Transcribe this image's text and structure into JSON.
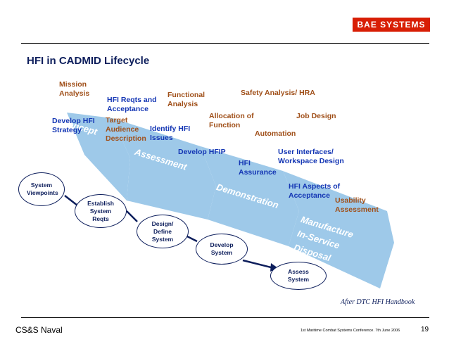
{
  "logo": {
    "text": "BAE SYSTEMS"
  },
  "title": "HFI in CADMID Lifecycle",
  "phases": {
    "concept": "Concept",
    "assessment": "Assessment",
    "demonstration": "Demonstration",
    "manufacture": "Manufacture",
    "in_service": "In-Service",
    "disposal": "Disposal"
  },
  "activities": {
    "mission_analysis": "Mission Analysis",
    "hfi_reqts": "HFI Reqts and Acceptance",
    "functional_analysis": "Functional Analysis",
    "safety_analysis": "Safety Analysis/ HRA",
    "develop_hfi_strategy": "Develop HFI Strategy",
    "target_audience": "Target Audience Description",
    "identify_hfi_issues": "Identify HFI Issues",
    "allocation_of_function": "Allocation of Function",
    "job_design": "Job Design",
    "automation": "Automation",
    "develop_hfip": "Develop HFIP",
    "user_interfaces": "User Interfaces/ Workspace Design",
    "hfi_assurance": "HFI Assurance",
    "hfi_aspects": "HFI Aspects of Acceptance",
    "usability_assessment": "Usability Assessment"
  },
  "steps": {
    "system_viewpoints": "System Viewpoints",
    "establish_system_reqts": "Establish System Reqts",
    "design_define_system": "Design/ Define System",
    "develop_system": "Develop System",
    "assess_system": "Assess System"
  },
  "credit": "After DTC HFI Handbook",
  "footer": {
    "left": "CS&S Naval",
    "conference": "1st Maritime Combat Systems Conference. 7th June 2006",
    "page": "19"
  },
  "colors": {
    "phase_fill": "#9ec9e9",
    "accent_red": "#d81e05",
    "navy": "#0d1e5c",
    "brown_text": "#a0501a",
    "blue_text": "#1436b4"
  }
}
